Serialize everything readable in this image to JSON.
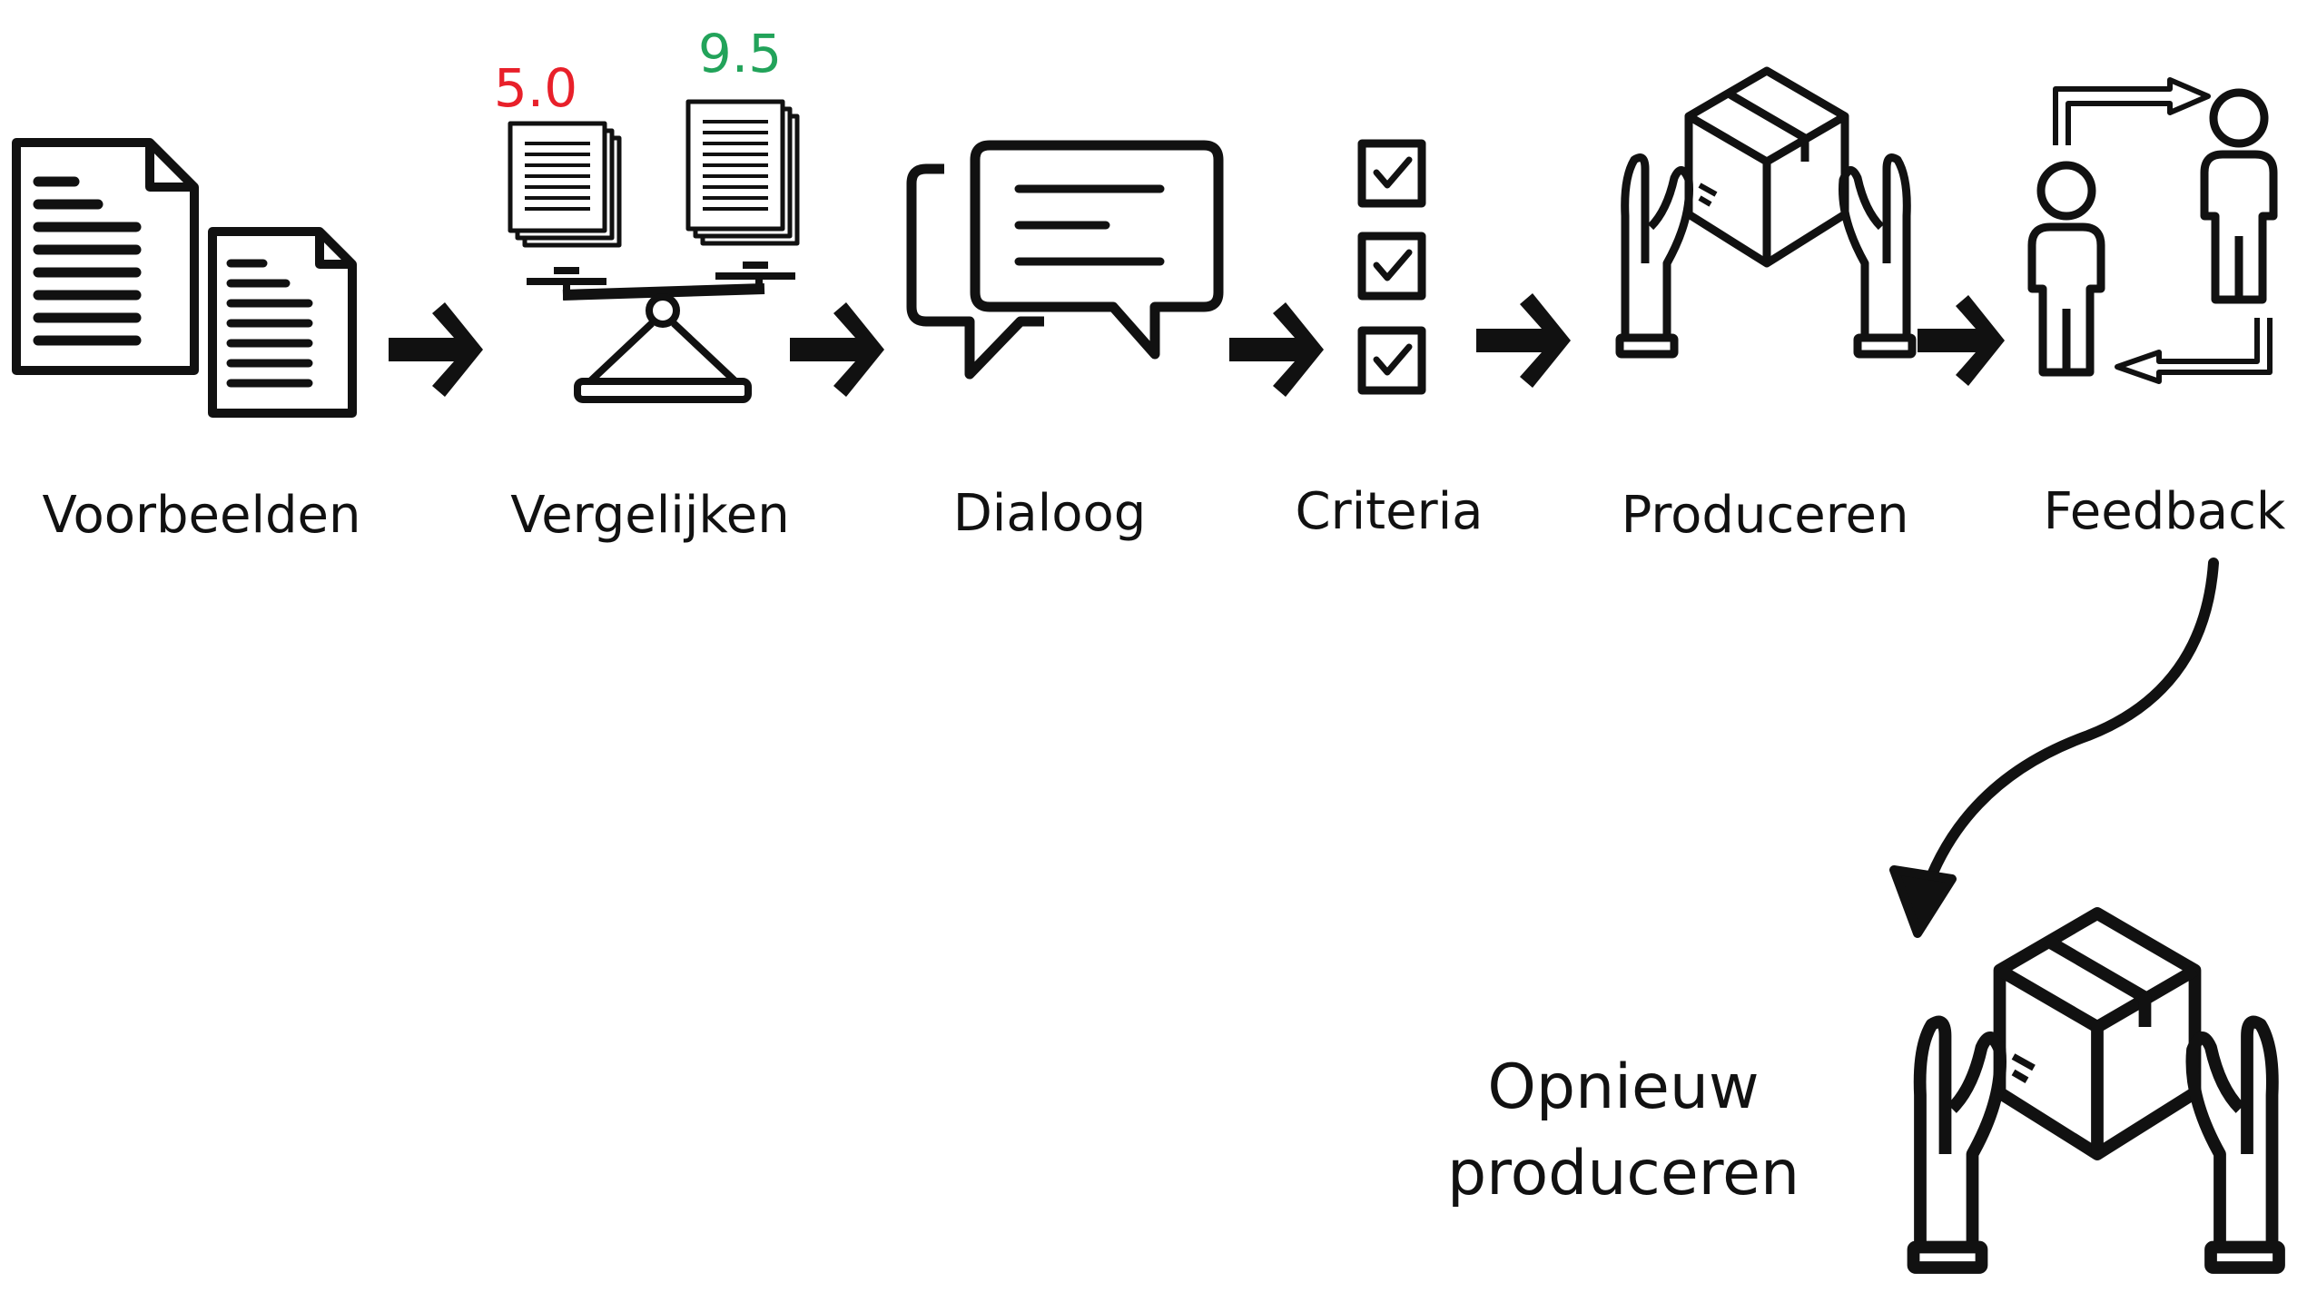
{
  "steps": [
    {
      "label": "Voorbeelden",
      "icon": "documents-icon"
    },
    {
      "label": "Vergelijken",
      "icon": "scale-icon"
    },
    {
      "label": "Dialoog",
      "icon": "speech-bubbles-icon"
    },
    {
      "label": "Criteria",
      "icon": "checklist-icon"
    },
    {
      "label": "Produceren",
      "icon": "hands-box-icon"
    },
    {
      "label": "Feedback",
      "icon": "people-exchange-icon"
    }
  ],
  "scores": {
    "low": {
      "value": "5.0",
      "color": "#e8202a"
    },
    "high": {
      "value": "9.5",
      "color": "#22a35a"
    }
  },
  "final_step": {
    "line1": "Opnieuw",
    "line2": "produceren",
    "icon": "hands-box-icon"
  },
  "colors": {
    "ink": "#111111",
    "background": "#ffffff"
  }
}
